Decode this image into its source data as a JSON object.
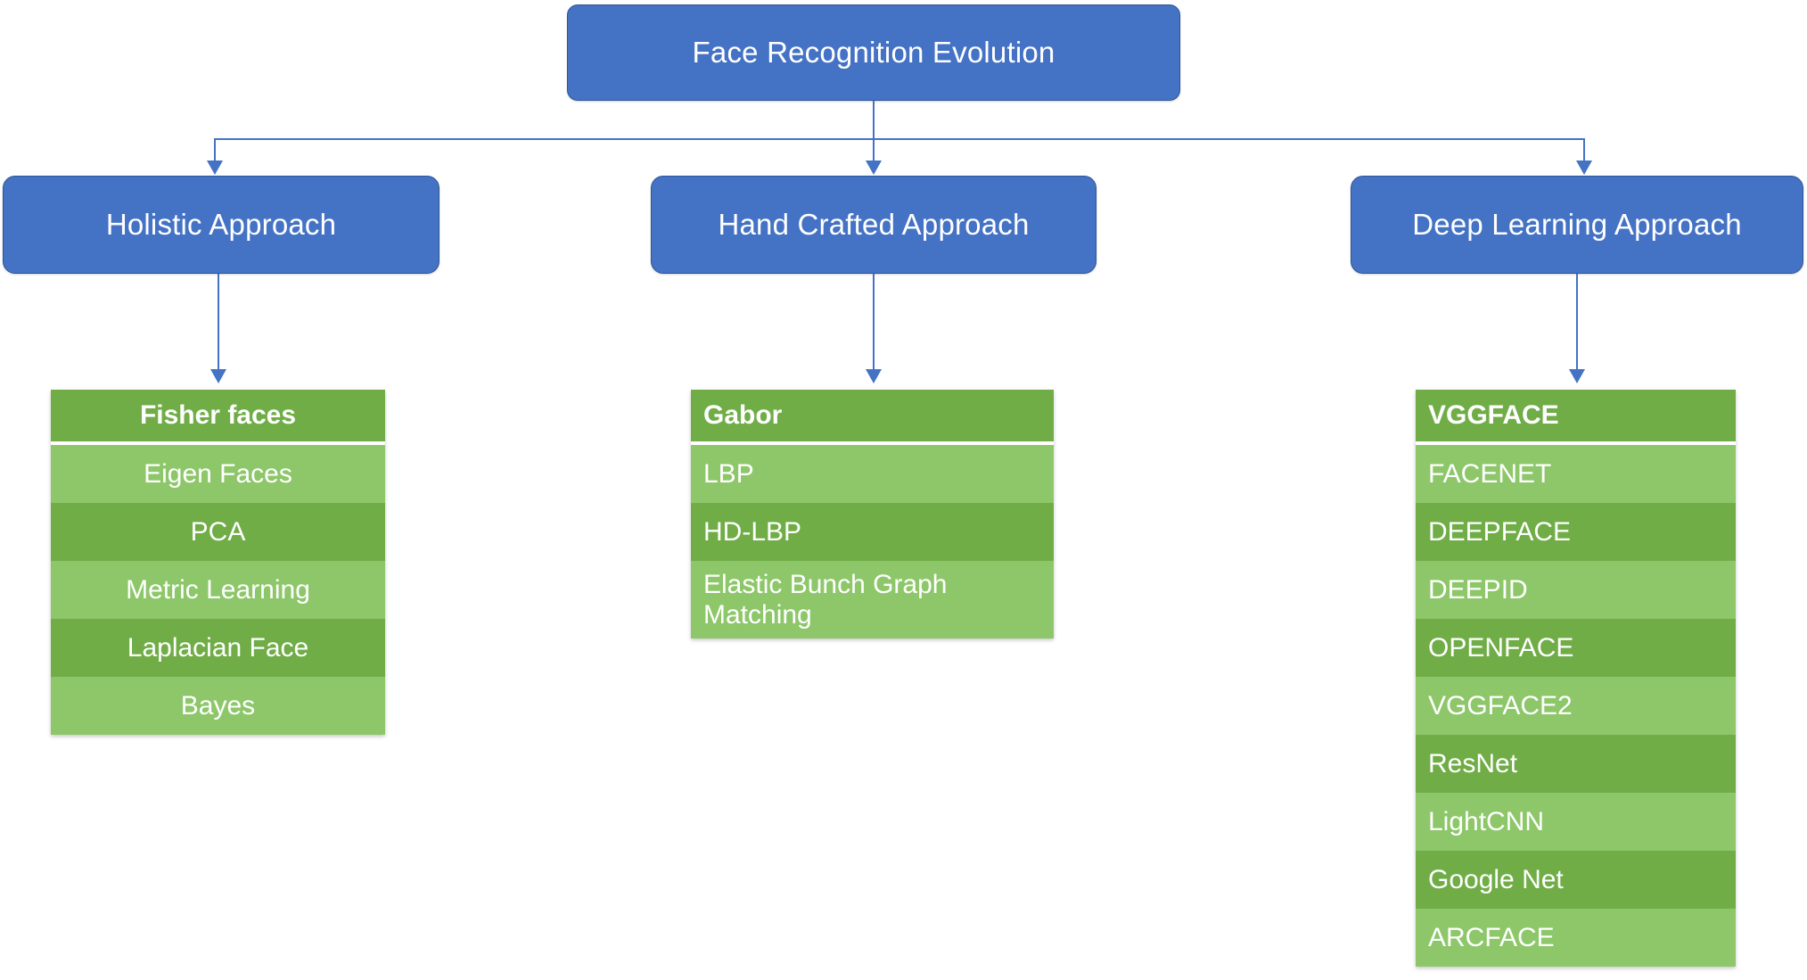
{
  "diagram": {
    "root": {
      "label": "Face Recognition Evolution"
    },
    "branches": [
      {
        "label": "Holistic Approach"
      },
      {
        "label": "Hand Crafted Approach"
      },
      {
        "label": "Deep Learning Approach"
      }
    ],
    "columns": [
      {
        "name": "holistic-methods",
        "align": "center",
        "items": [
          {
            "label": "Fisher faces",
            "header": true,
            "shade": "dark"
          },
          {
            "label": "Eigen Faces",
            "header": false,
            "shade": "light"
          },
          {
            "label": "PCA",
            "header": false,
            "shade": "dark"
          },
          {
            "label": "Metric Learning",
            "header": false,
            "shade": "light"
          },
          {
            "label": "Laplacian Face",
            "header": false,
            "shade": "dark"
          },
          {
            "label": "Bayes",
            "header": false,
            "shade": "light"
          }
        ]
      },
      {
        "name": "hand-crafted-methods",
        "align": "left",
        "items": [
          {
            "label": "Gabor",
            "header": true,
            "shade": "dark"
          },
          {
            "label": "LBP",
            "header": false,
            "shade": "light"
          },
          {
            "label": "HD-LBP",
            "header": false,
            "shade": "dark"
          },
          {
            "label": "Elastic Bunch Graph Matching",
            "header": false,
            "shade": "light"
          }
        ]
      },
      {
        "name": "deep-learning-methods",
        "align": "left",
        "items": [
          {
            "label": "VGGFACE",
            "header": true,
            "shade": "dark"
          },
          {
            "label": "FACENET",
            "header": false,
            "shade": "light"
          },
          {
            "label": "DEEPFACE",
            "header": false,
            "shade": "dark"
          },
          {
            "label": "DEEPID",
            "header": false,
            "shade": "light"
          },
          {
            "label": "OPENFACE",
            "header": false,
            "shade": "dark"
          },
          {
            "label": "VGGFACE2",
            "header": false,
            "shade": "light"
          },
          {
            "label": "ResNet",
            "header": false,
            "shade": "dark"
          },
          {
            "label": "LightCNN",
            "header": false,
            "shade": "light"
          },
          {
            "label": "Google Net",
            "header": false,
            "shade": "dark"
          },
          {
            "label": "ARCFACE",
            "header": false,
            "shade": "light"
          }
        ]
      }
    ],
    "colors": {
      "node_fill": "#4472c4",
      "node_stroke": "#2f5597",
      "connector": "#4472c4",
      "row_dark": "#70ad47",
      "row_light": "#8dc76a",
      "text": "#ffffff",
      "background": "#ffffff"
    }
  }
}
